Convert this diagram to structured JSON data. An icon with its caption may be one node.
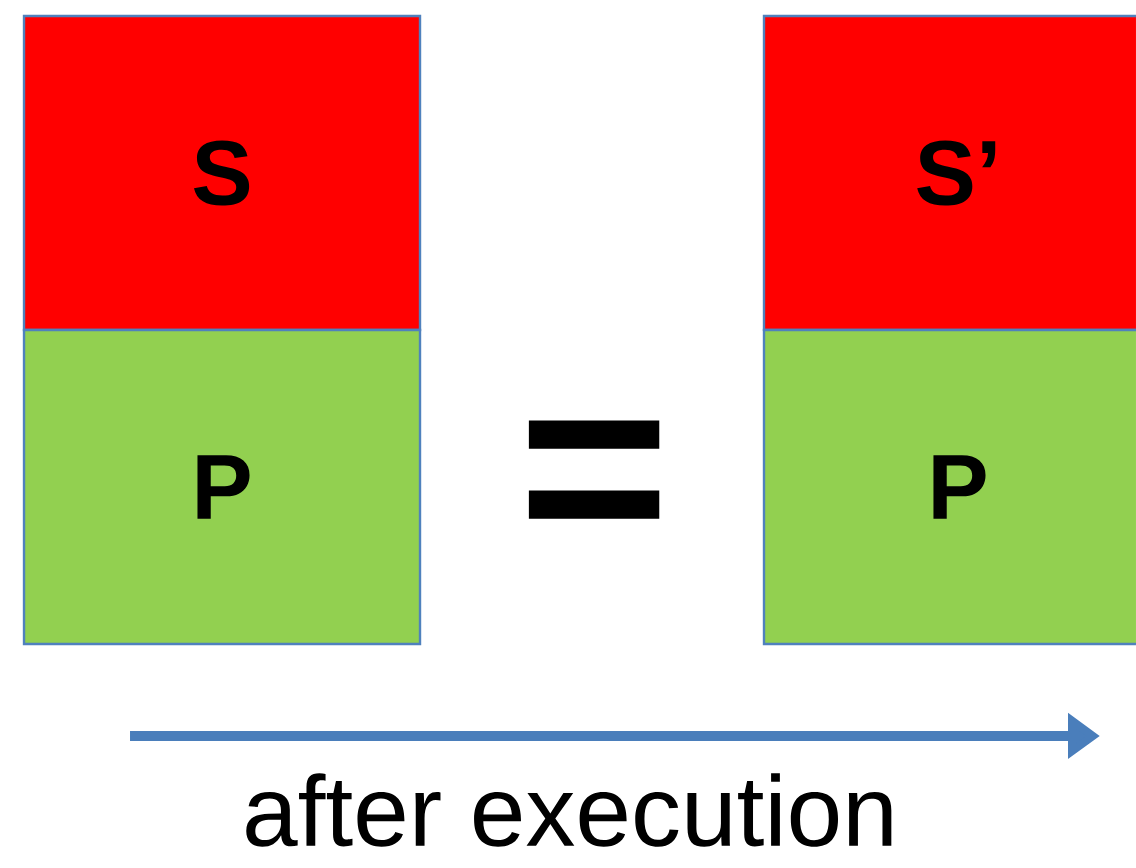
{
  "diagram": {
    "nodes": [
      {
        "text": [
          "S"
        ]
      },
      {
        "text": [
          "P"
        ]
      },
      {
        "text": [
          "S’"
        ]
      },
      {
        "text": [
          "P"
        ]
      }
    ],
    "labels": [
      "=",
      "after execution"
    ]
  }
}
